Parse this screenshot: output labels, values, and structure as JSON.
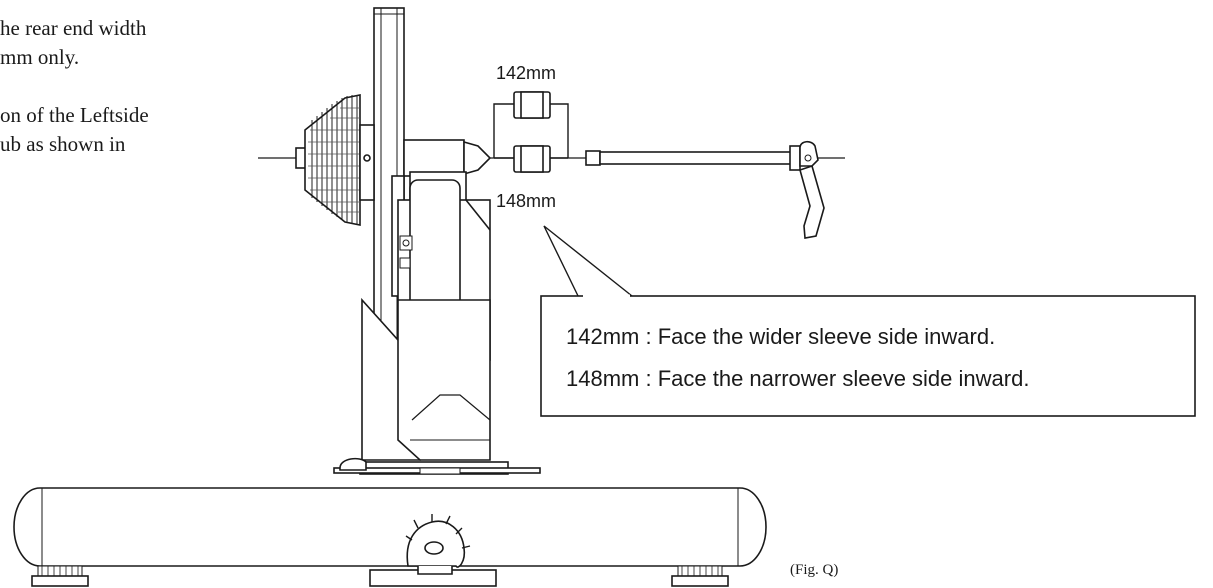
{
  "instructions": {
    "line1": "he rear end width",
    "line2": "mm only.",
    "line3": "on of the Leftside",
    "line4": "ub as shown in"
  },
  "dimensions": {
    "upper": "142mm",
    "lower": "148mm"
  },
  "callout": {
    "line1": "142mm :  Face the wider sleeve side inward.",
    "line2": "148mm :  Face the narrower sleeve side inward."
  },
  "figure_label": "(Fig. Q)",
  "icons": [
    "trainer-body-drawing",
    "cassette-icon",
    "spacer-sleeve-icon",
    "thru-axle-icon",
    "quick-release-lever-icon",
    "adjuster-knob-icon"
  ]
}
